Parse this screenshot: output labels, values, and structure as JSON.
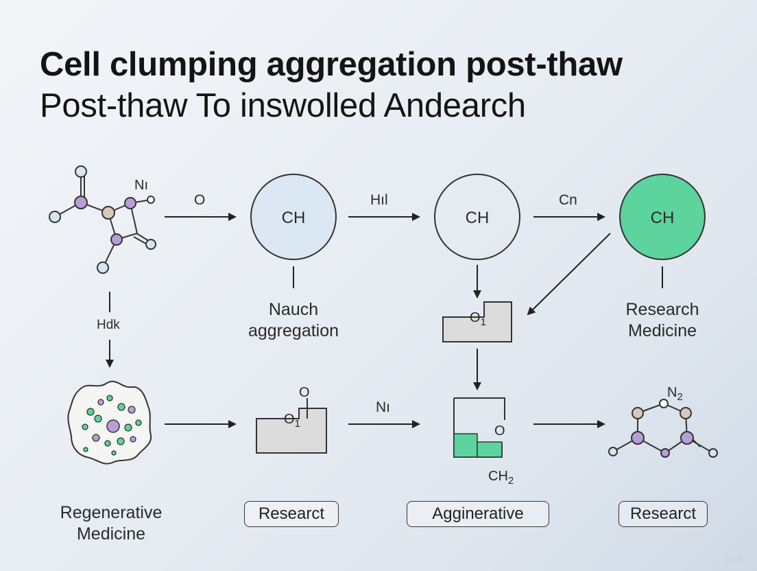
{
  "title": {
    "line1": "Cell clumping aggregation post-thaw",
    "line2": "Post-thaw To inswolled Andearch"
  },
  "nodes": {
    "circle1": "CH",
    "circle2": "CH",
    "circle3": "CH"
  },
  "arrow_labels": {
    "a1": "O",
    "a2": "Hıl",
    "a3": "Cn",
    "left_down": "Hdk",
    "b2": "Nı"
  },
  "molecule_label_top": "Nı",
  "box_labels": {
    "mid_box": "O",
    "mid_box_sub": "1",
    "bottom_box_top": "O",
    "bottom_box": "O",
    "bottom_box_sub": "1",
    "stack_o": "O",
    "ch2": "CH",
    "ch2_sub": "2",
    "n2": "N",
    "n2_sub": "2"
  },
  "captions": {
    "nauch": "Nauch",
    "aggregation": "aggregation",
    "research": "Research",
    "medicine": "Medicine",
    "regenerative": "Regenerative",
    "regen_medicine": "Medicine"
  },
  "pills": {
    "p1": "Researct",
    "p2": "Agginerative",
    "p3": "Researct"
  },
  "colors": {
    "circle1_fill": "#dbe8f3",
    "circle3_fill": "#5dd39e",
    "purple_atom": "#b79fd6",
    "tan_atom": "#d8c8bb",
    "blue_atom": "#d6e6f1",
    "green_block": "#5dd39e",
    "gray_box": "#dcdcdc"
  },
  "watermark": "Grok"
}
